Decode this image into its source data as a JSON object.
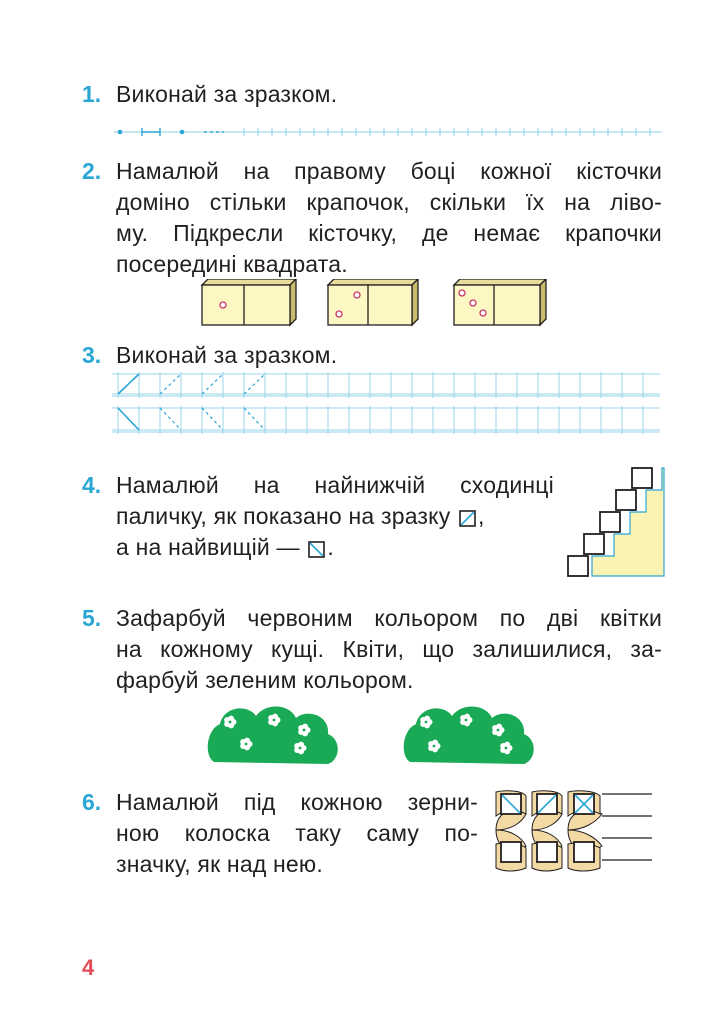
{
  "tasks": [
    {
      "number": "1.",
      "lines": [
        "Виконай за зразком."
      ]
    },
    {
      "number": "2.",
      "lines": [
        "Намалюй на правому боці кожної кісточки",
        "доміно стільки крапочок, скільки їх на ліво-",
        "му. Підкресли кісточку, де немає крапочки",
        "посередині квадрата."
      ]
    },
    {
      "number": "3.",
      "lines": [
        "Виконай за зразком."
      ]
    },
    {
      "number": "4.",
      "lines": [
        "Намалюй на найнижчій сходинці",
        "паличку, як показано на зразку",
        ",",
        "а на найвищій —",
        "."
      ]
    },
    {
      "number": "5.",
      "lines": [
        "Зафарбуй червоним кольором по дві квітки",
        "на кожному кущі. Квіти, що залишилися, за-",
        "фарбуй зеленим кольором."
      ]
    },
    {
      "number": "6.",
      "lines": [
        "Намалюй під кожною зерни-",
        "ною колоска таку саму по-",
        "значку, як над нею."
      ]
    }
  ],
  "page_number": "4",
  "colors": {
    "accent": "#2aa6d4",
    "page_number": "#e34b57",
    "domino_fill": "#fdf7c3",
    "bush": "#1aa954",
    "grain": "#f3d9a4"
  },
  "domino_dots": [
    1,
    2,
    3
  ]
}
